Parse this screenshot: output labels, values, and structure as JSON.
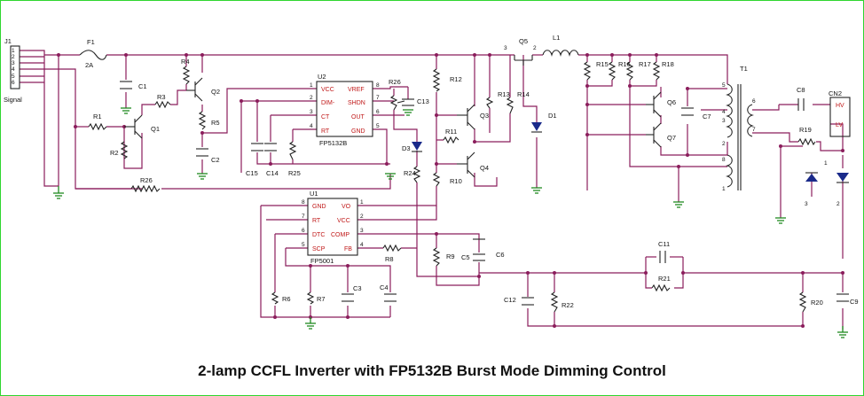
{
  "title": "2-lamp CCFL Inverter with FP5132B Burst Mode Dimming Control",
  "connectors": {
    "j1": {
      "ref": "J1",
      "name": "Signal",
      "pins": [
        "1",
        "2",
        "3",
        "4",
        "5",
        "6"
      ]
    },
    "cn2": {
      "ref": "CN2",
      "pins": [
        "HV",
        "LV"
      ]
    }
  },
  "fuse": {
    "ref": "F1",
    "rating": "2A"
  },
  "ic_u2": {
    "ref": "U2",
    "part": "FP5132B",
    "left_pins": [
      {
        "num": "1",
        "name": "VCC"
      },
      {
        "num": "2",
        "name": "DIM-"
      },
      {
        "num": "3",
        "name": "CT"
      },
      {
        "num": "4",
        "name": "RT"
      }
    ],
    "right_pins": [
      {
        "num": "8",
        "name": "VREF"
      },
      {
        "num": "7",
        "name": "SHDN"
      },
      {
        "num": "6",
        "name": "OUT"
      },
      {
        "num": "5",
        "name": "GND"
      }
    ]
  },
  "ic_u1": {
    "ref": "U1",
    "part": "FP5001",
    "left_pins": [
      {
        "num": "8",
        "name": "GND"
      },
      {
        "num": "7",
        "name": "RT"
      },
      {
        "num": "6",
        "name": "DTC"
      },
      {
        "num": "5",
        "name": "SCP"
      }
    ],
    "right_pins": [
      {
        "num": "1",
        "name": "VO"
      },
      {
        "num": "2",
        "name": "VCC"
      },
      {
        "num": "3",
        "name": "COMP"
      },
      {
        "num": "4",
        "name": "FB"
      }
    ]
  },
  "resistors": [
    "R1",
    "R2",
    "R3",
    "R4",
    "R5",
    "R6",
    "R7",
    "R8",
    "R9",
    "R10",
    "R11",
    "R12",
    "R13",
    "R14",
    "R15",
    "R16",
    "R17",
    "R18",
    "R19",
    "R20",
    "R21",
    "R22",
    "R24",
    "R25",
    "R26"
  ],
  "capacitors": [
    "C1",
    "C2",
    "C3",
    "C4",
    "C5",
    "C6",
    "C7",
    "C8",
    "C9",
    "C11",
    "C12",
    "C13",
    "C14",
    "C15"
  ],
  "transistors": [
    "Q1",
    "Q2",
    "Q3",
    "Q4",
    "Q5",
    "Q6",
    "Q7"
  ],
  "diodes": [
    "D1",
    "D3"
  ],
  "inductor": "L1",
  "transformer": {
    "ref": "T1",
    "pins": [
      "5",
      "4",
      "3",
      "2",
      "8",
      "1",
      "6",
      "7"
    ]
  },
  "misc_labels": {
    "d_a": "3",
    "d_b": "2",
    "d_c": "1"
  },
  "colors": {
    "wire": "#8b1d5c",
    "ground": "#1f8a1f",
    "pin": "#c01818",
    "frame": "#2fd62f"
  }
}
